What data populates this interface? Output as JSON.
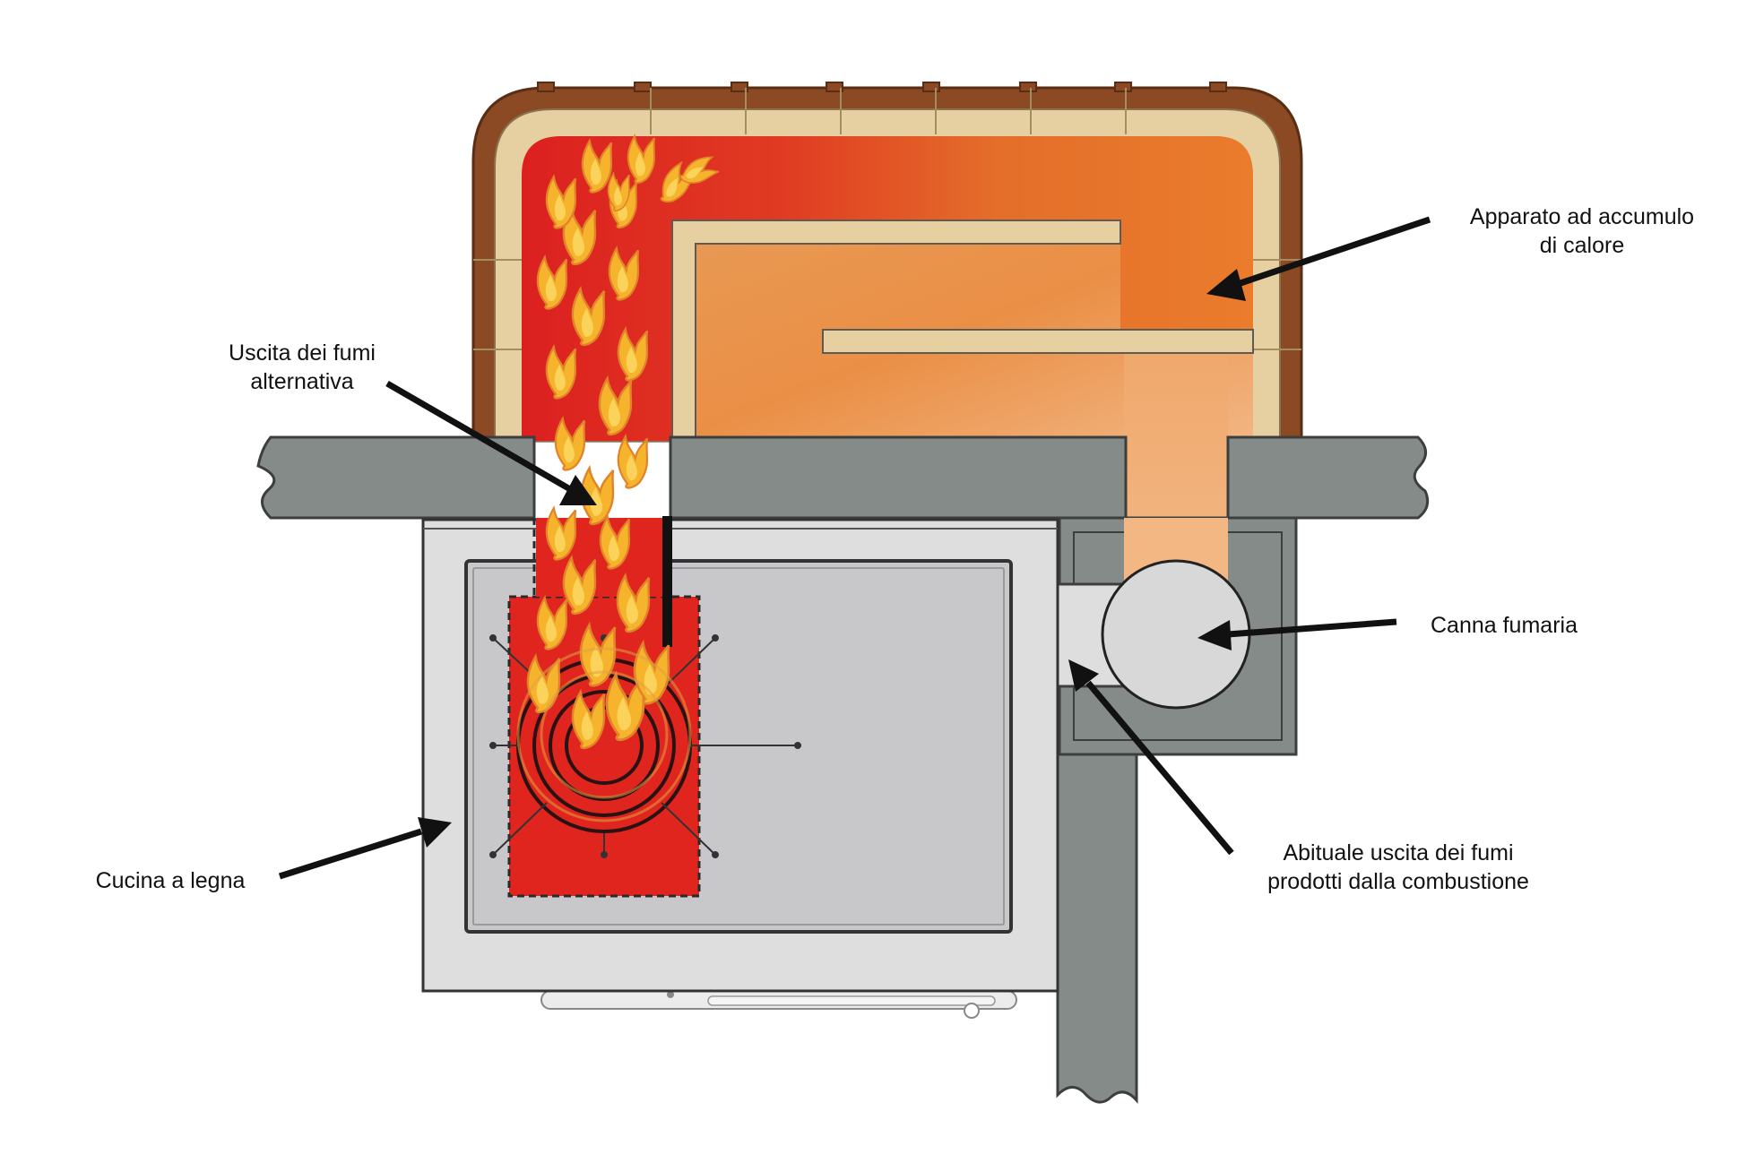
{
  "labels": {
    "storage_line1": "Apparato ad accumulo",
    "storage_line2": "di calore",
    "alt_exit_line1": "Uscita dei fumi",
    "alt_exit_line2": "alternativa",
    "flue": "Canna fumaria",
    "usual_exit_line1": "Abituale uscita dei fumi",
    "usual_exit_line2": "prodotti dalla combustione",
    "stove": "Cucina a legna"
  },
  "colors": {
    "hot_red": "#e0251f",
    "hot_orange": "#e8762a",
    "warm_light": "#f0b07a",
    "brick_brown": "#8b4a24",
    "lining_beige": "#e6cfa0",
    "wall_gray": "#858b89",
    "stove_light": "#dedede",
    "stove_panel": "#c8c8ca",
    "flame_yellow": "#f6b42c",
    "flame_outline": "#e0832a"
  },
  "icons": [
    "flame-icon",
    "arrow-icon"
  ]
}
